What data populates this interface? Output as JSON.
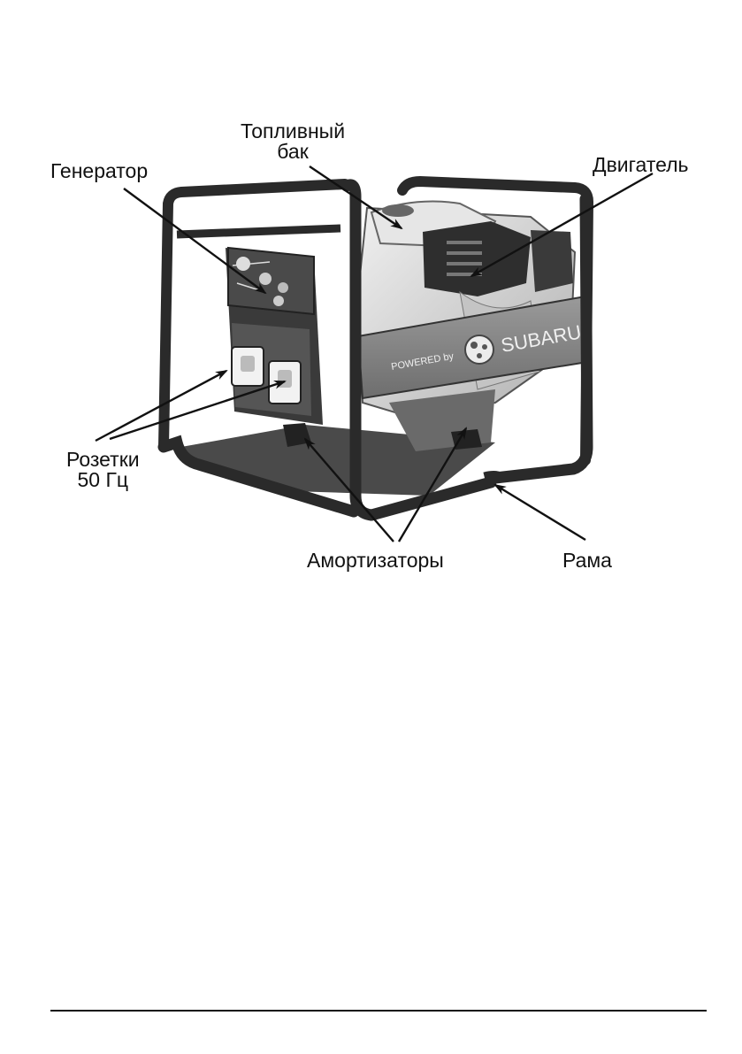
{
  "labels": {
    "fuel_tank": [
      "Топливный",
      "бак"
    ],
    "generator": "Генератор",
    "engine": "Двигатель",
    "sockets": [
      "Розетки",
      "50 Гц"
    ],
    "dampers": "Амортизаторы",
    "frame": "Рама"
  },
  "emblem": {
    "powered_by": "POWERED by",
    "brand": "SUBARU"
  },
  "colors": {
    "ink": "#111111",
    "panel_dark": "#3a3a3a",
    "frame_gray": "#5a5a5a",
    "plate_gray": "#8a8a8a",
    "engine_light": "#d8d8d8"
  }
}
